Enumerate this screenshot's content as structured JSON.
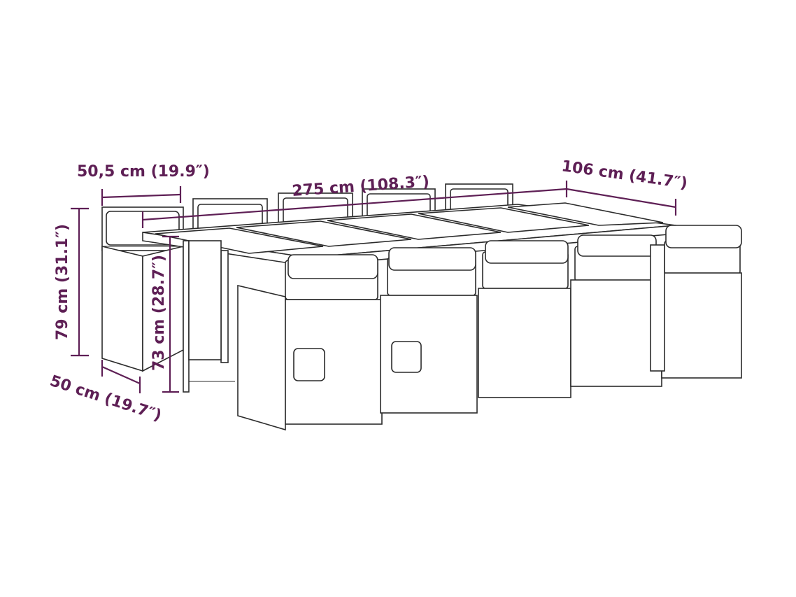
{
  "dimensions": {
    "seat_width": "50,5 cm (19.9″)",
    "table_length": "275 cm (108.3″)",
    "table_width": "106 cm (41.7″)",
    "chair_height": "79 cm (31.1″)",
    "table_height": "73 cm (28.7″)",
    "seat_depth": "50 cm (19.7″)"
  },
  "colors": {
    "dimension": "#5e1f55",
    "line_art": "#2b2b2b",
    "background": "#ffffff"
  }
}
